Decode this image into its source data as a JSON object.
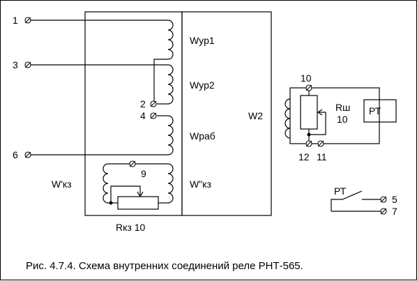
{
  "terminals": {
    "t1": "1",
    "t3": "3",
    "t6": "6",
    "t2": "2",
    "t4": "4",
    "t9": "9",
    "t10": "10",
    "t12": "12",
    "t11": "11",
    "t5": "5",
    "t7": "7"
  },
  "windings": {
    "wyp1": "Wyp1",
    "wyp2": "Wyp2",
    "wrab": "Wраб",
    "w2": "W2",
    "wkz1": "W'кз",
    "wkz2": "W\"кз"
  },
  "components": {
    "rkz": "Rкз 10",
    "rsh": "Rш",
    "rsh_val": "10",
    "pt": "РТ",
    "pt_contact": "РТ"
  },
  "caption": "Рис. 4.7.4. Схема внутренних соединений реле РНТ-565."
}
